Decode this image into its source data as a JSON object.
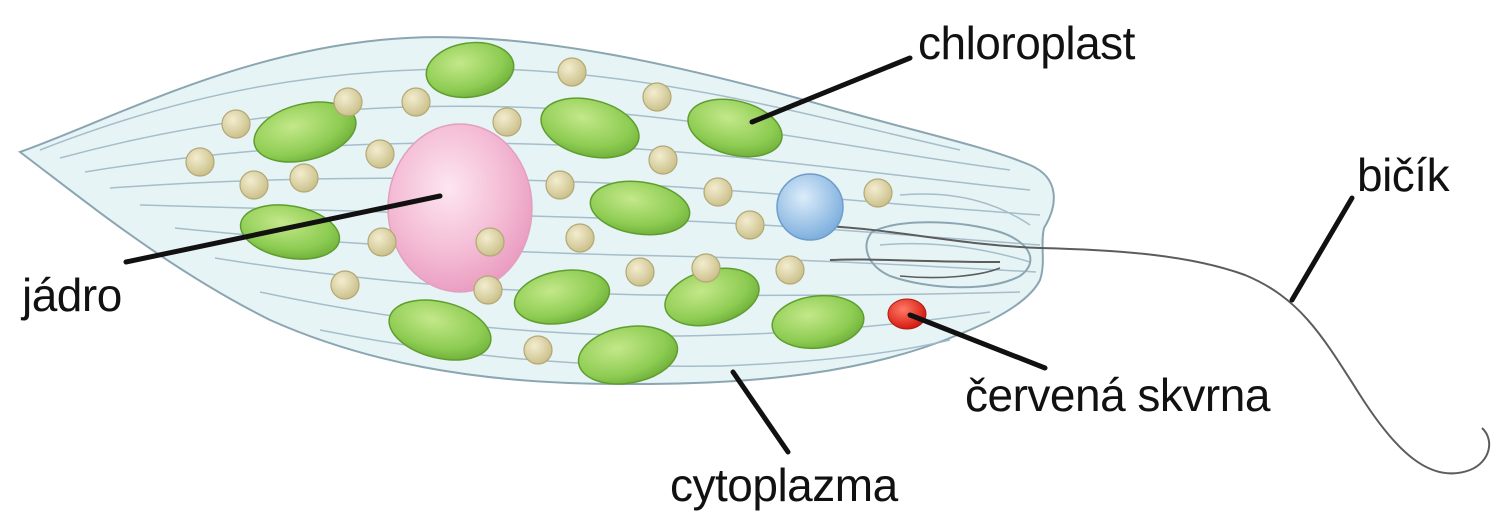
{
  "diagram": {
    "labels": {
      "chloroplast": "chloroplast",
      "flagellum": "bičík",
      "nucleus": "jádro",
      "eyespot": "červená skvrna",
      "cytoplasm": "cytoplazma"
    },
    "colors": {
      "background": "#ffffff",
      "cell_fill": "#e6f4f6",
      "cell_outline": "#8aa6b2",
      "chloroplast_fill": "#8ccc52",
      "chloroplast_edge": "#5f9e2e",
      "granule_fill": "#d8cf9e",
      "granule_edge": "#b3a874",
      "nucleus_fill": "#f3b8d2",
      "vacuole_fill": "#8fbde6",
      "eyespot_fill": "#e0281c",
      "flagellum_stroke": "#5c5c5c",
      "leader_line": "#111111",
      "label_text": "#111111"
    },
    "icons": {
      "organism": "euglena-cell-illustration"
    }
  }
}
